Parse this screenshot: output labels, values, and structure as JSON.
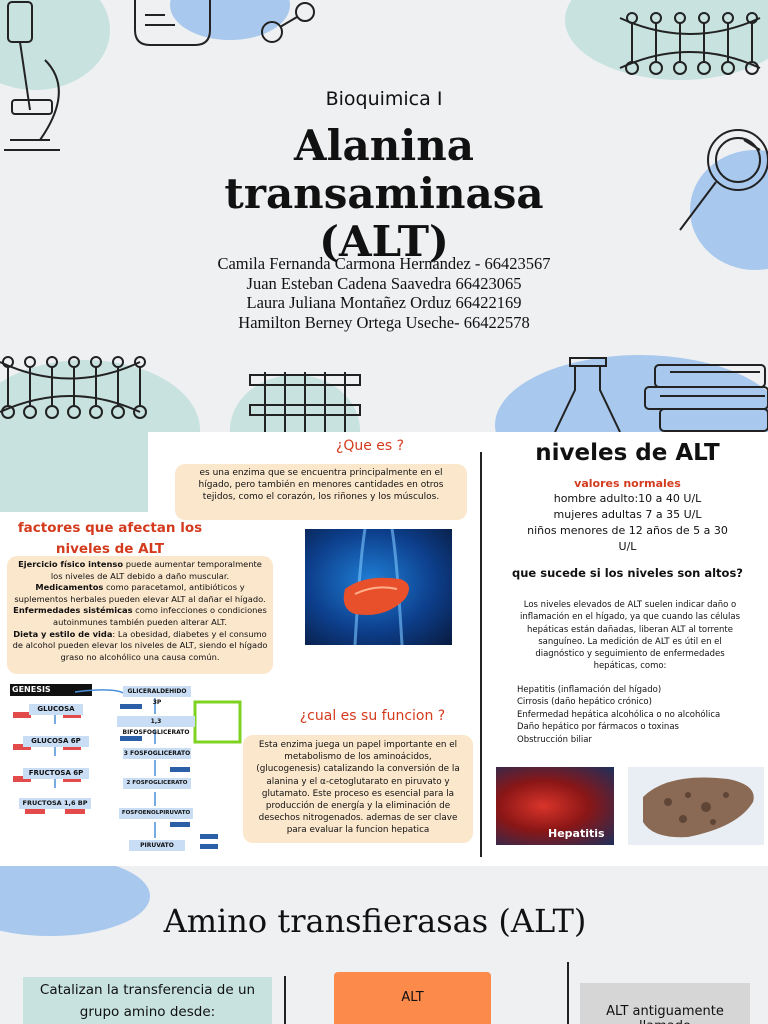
{
  "slide1": {
    "subject": "Bioquimica I",
    "title_line1": "Alanina",
    "title_line2": "transaminasa",
    "title_line3": "(ALT)",
    "authors": [
      "Camila Fernanda Carmona Hernandez - 66423567",
      "Juan Esteban Cadena Saavedra 66423065",
      "Laura Juliana Montañez Orduz  66422169",
      "Hamilton Berney Ortega Useche- 66422578"
    ]
  },
  "info": {
    "que_es_title": "¿Que es ?",
    "que_es_text": "es una enzima que se encuentra principalmente en el hígado, pero también en menores cantidades en otros tejidos, como el corazón, los riñones y los músculos.",
    "factores_title": "factores que afectan los niveles de ALT",
    "factores": [
      {
        "b": "Ejercicio físico intenso",
        "t": " puede aumentar temporalmente los niveles de ALT debido a daño muscular."
      },
      {
        "b": "Medicamentos",
        "t": " como paracetamol, antibióticos y suplementos herbales pueden elevar ALT al dañar el hígado."
      },
      {
        "b": "Enfermedades sistémicas",
        "t": " como infecciones o condiciones autoinmunes también pueden alterar ALT."
      },
      {
        "b": "Dieta y estilo de vida",
        "t": ": La obesidad, diabetes y el consumo de alcohol pueden elevar los niveles de ALT, siendo el hígado graso no alcohólico una causa común."
      }
    ],
    "genesis_label": "GENESIS",
    "pathway_left": [
      "GLUCOSA",
      "GLUCOSA 6P",
      "FRUCTOSA 6P",
      "FRUCTOSA 1,6 BP"
    ],
    "pathway_right": [
      "GLICERALDEHIDO 3P",
      "1,3 BIFOSFOGLICERATO",
      "3 FOSFOGLICERATO",
      "2 FOSFOGLICERATO",
      "FOSFOENOLPIRUVATO",
      "PIRUVATO"
    ],
    "funcion_title": "¿cual es su funcion ?",
    "funcion_text": "Esta enzima juega un papel importante en el metabolismo de los aminoácidos,(glucogenesis) catalizando la conversión de la alanina y el α-cetoglutarato en piruvato y glutamato. Este proceso es esencial para la producción de energía y la eliminación de desechos nitrogenados. ademas de ser clave para evaluar la funcion hepatica",
    "niveles_title": "niveles de ALT",
    "valores_label": "valores normales",
    "valores": [
      "hombre adulto:10 a 40 U/L",
      "mujeres adultas 7 a 35 U/L",
      "niños menores de 12 años de 5 a 30 U/L"
    ],
    "altos_title": "que sucede si los niveles son altos?",
    "altos_text": "Los niveles elevados de ALT suelen indicar daño o inflamación en el hígado, ya que cuando las células hepáticas están dañadas, liberan ALT al torrente sanguíneo. La medición de ALT es útil en el diagnóstico y seguimiento de enfermedades hepáticas, como:",
    "enfermedades": [
      "Hepatitis (inflamación del hígado)",
      "Cirrosis (daño hepático crónico)",
      "Enfermedad hepática alcohólica o no alcohólica",
      "Daño hepático por fármacos o toxinas",
      "Obstrucción biliar"
    ],
    "hepatitis_label": "Hepatitis"
  },
  "slide3": {
    "title": "Amino transfierasas (ALT)",
    "box1": "Catalizan la transferencia de un grupo amino desde:",
    "box2": "ALT",
    "box3": "ALT antiguamente llamado"
  },
  "colors": {
    "blob_teal": "#c7e2df",
    "blob_blue": "#a9c8ee",
    "accent_orange": "#d43b1e",
    "box_cream": "#fbe7cc",
    "orange_box": "#fb8a4b"
  }
}
